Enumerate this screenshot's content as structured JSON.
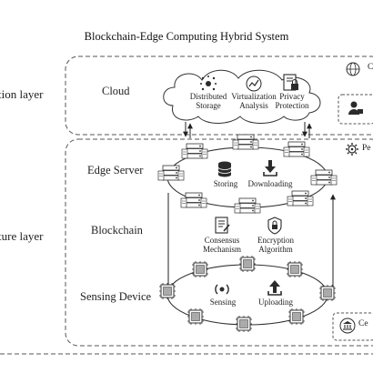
{
  "title": "Blockchain-Edge Computing Hybrid System",
  "layers": {
    "upper_partial": "tion layer",
    "lower_partial": "ture layer"
  },
  "cloud": {
    "label": "Cloud",
    "items": [
      {
        "line1": "Distributed",
        "line2": "Storage",
        "icon": "distributed-storage-icon"
      },
      {
        "line1": "Virtualization",
        "line2": "Analysis",
        "icon": "analysis-chart-icon"
      },
      {
        "line1": "Privacy",
        "line2": "Protection",
        "icon": "privacy-document-icon"
      }
    ]
  },
  "edge_server": {
    "label": "Edge Server",
    "items": [
      {
        "label": "Storing",
        "icon": "database-icon"
      },
      {
        "label": "Downloading",
        "icon": "download-icon"
      }
    ]
  },
  "blockchain": {
    "label": "Blockchain",
    "items": [
      {
        "line1": "Consensus",
        "line2": "Mechanism",
        "icon": "consensus-document-icon"
      },
      {
        "line1": "Encryption",
        "line2": "Algorithm",
        "icon": "encryption-shield-icon"
      }
    ]
  },
  "sensing_device": {
    "label": "Sensing Device",
    "items": [
      {
        "label": "Sensing",
        "icon": "sensing-signal-icon"
      },
      {
        "label": "Uploading",
        "icon": "upload-icon"
      }
    ]
  },
  "right_panel": {
    "top_partial": "C",
    "pe_partial": "Pe",
    "ce_partial": "Ce"
  },
  "colors": {
    "line": "#333333",
    "dashed": "#555555",
    "icon": "#2b2b2b",
    "chip": "#9a9a9a"
  }
}
